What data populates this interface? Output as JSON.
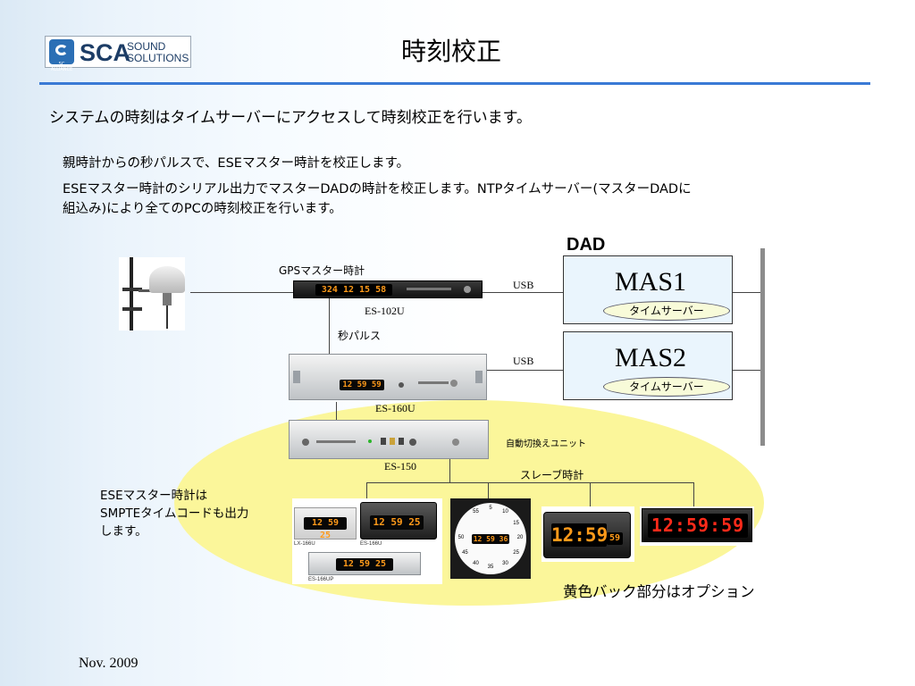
{
  "header": {
    "logo_main": "SCA",
    "logo_sub_1": "SOUND",
    "logo_sub_2": "SOLUTIONS",
    "logo_small": "SC ALLIANCE",
    "title": "時刻校正"
  },
  "text": {
    "lead": "システムの時刻はタイムサーバーにアクセスして時刻校正を行います。",
    "line1": "親時計からの秒パルスで、ESEマスター時計を校正します。",
    "line2": "ESEマスター時計のシリアル出力でマスターDADの時計を校正します。NTPタイムサーバー(マスターDADに",
    "line3": "組込み)により全てのPCの時刻校正を行います。"
  },
  "diagram": {
    "dad_label": "DAD",
    "gps_label": "GPSマスター時計",
    "es102_label": "ES-102U",
    "es102_display": "324 12 15 58",
    "pulse_label": "秒パルス",
    "es160_label": "ES-160U",
    "es160_display": "12 59 59",
    "es150_label": "ES-150",
    "auto_switch_label": "自動切換えユニット",
    "slave_label": "スレーブ時計",
    "usb1": "USB",
    "usb2": "USB",
    "servers": [
      {
        "name": "MAS1",
        "role": "タイムサーバー"
      },
      {
        "name": "MAS2",
        "role": "タイムサーバー"
      }
    ],
    "smpte_note_1": "ESEマスター時計は",
    "smpte_note_2": "SMPTEタイムコードも出力",
    "smpte_note_3": "します。",
    "option_note": "黄色バック部分はオプション",
    "slave_clocks": {
      "lx166u_tag": "LX-166U",
      "lx166u_display": "12 59 25",
      "es166u_tag": "ES-166U",
      "es166u_display": "12 59 25",
      "es166up_tag": "ES-166UP",
      "es166up_display": "12 59 25",
      "analog_display": "12 59 36",
      "analog_numbers": [
        "55",
        "5",
        "10",
        "15",
        "20",
        "25",
        "30",
        "35",
        "40",
        "45",
        "50"
      ],
      "wall_display": "12:59",
      "wall_seconds": "59",
      "long_display": "12:59:59"
    }
  },
  "footer": {
    "date": "Nov. 2009"
  },
  "colors": {
    "accent_rule": "#3a7ad5",
    "option_highlight": "#fbf69a",
    "server_fill": "#eaf5fd"
  }
}
